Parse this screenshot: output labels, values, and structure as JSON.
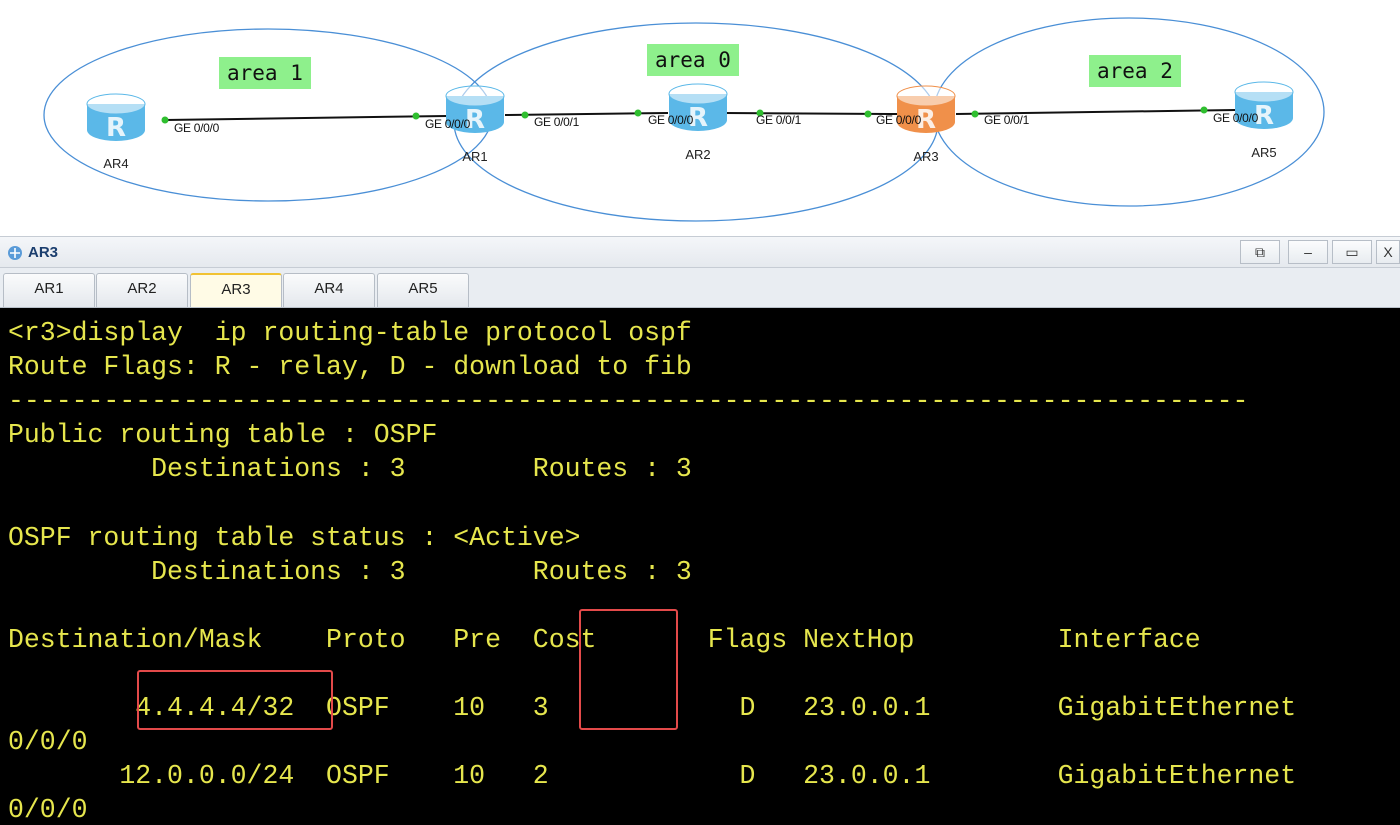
{
  "topology": {
    "routers": [
      {
        "name": "AR4",
        "color": "#5bb8e8"
      },
      {
        "name": "AR1",
        "color": "#5bb8e8"
      },
      {
        "name": "AR2",
        "color": "#5bb8e8"
      },
      {
        "name": "AR3",
        "color": "#f0904a"
      },
      {
        "name": "AR5",
        "color": "#5bb8e8"
      }
    ],
    "areas": [
      "area 1",
      "area 0",
      "area 2"
    ],
    "ports": {
      "ar4_ge0": "GE 0/0/0",
      "ar1_ge0": "GE 0/0/0",
      "ar1_ge1": "GE 0/0/1",
      "ar2_ge0": "GE 0/0/0",
      "ar2_ge1": "GE 0/0/1",
      "ar3_ge0": "GE 0/0/0",
      "ar3_ge1": "GE 0/0/1",
      "ar5_ge0": "GE 0/0/0"
    },
    "router_glyph": "R"
  },
  "window": {
    "title": "AR3",
    "buttons": {
      "restore": "⧉",
      "minimize": "–",
      "maximize": "▭",
      "close": "X"
    }
  },
  "tabs": [
    {
      "label": "AR1",
      "active": false
    },
    {
      "label": "AR2",
      "active": false
    },
    {
      "label": "AR3",
      "active": true
    },
    {
      "label": "AR4",
      "active": false
    },
    {
      "label": "AR5",
      "active": false
    }
  ],
  "terminal": {
    "text_color": "#e6e64d",
    "lines": [
      "<r3>display  ip routing-table protocol ospf",
      "Route Flags: R - relay, D - download to fib",
      "------------------------------------------------------------------------------",
      "Public routing table : OSPF",
      "         Destinations : 3        Routes : 3",
      "",
      "OSPF routing table status : <Active>",
      "         Destinations : 3        Routes : 3",
      "",
      "Destination/Mask    Proto   Pre  Cost       Flags NextHop         Interface",
      "",
      "        4.4.4.4/32  OSPF    10   3            D   23.0.0.1        GigabitEthernet",
      "0/0/0",
      "       12.0.0.0/24  OSPF    10   2            D   23.0.0.1        GigabitEthernet",
      "0/0/0"
    ]
  }
}
